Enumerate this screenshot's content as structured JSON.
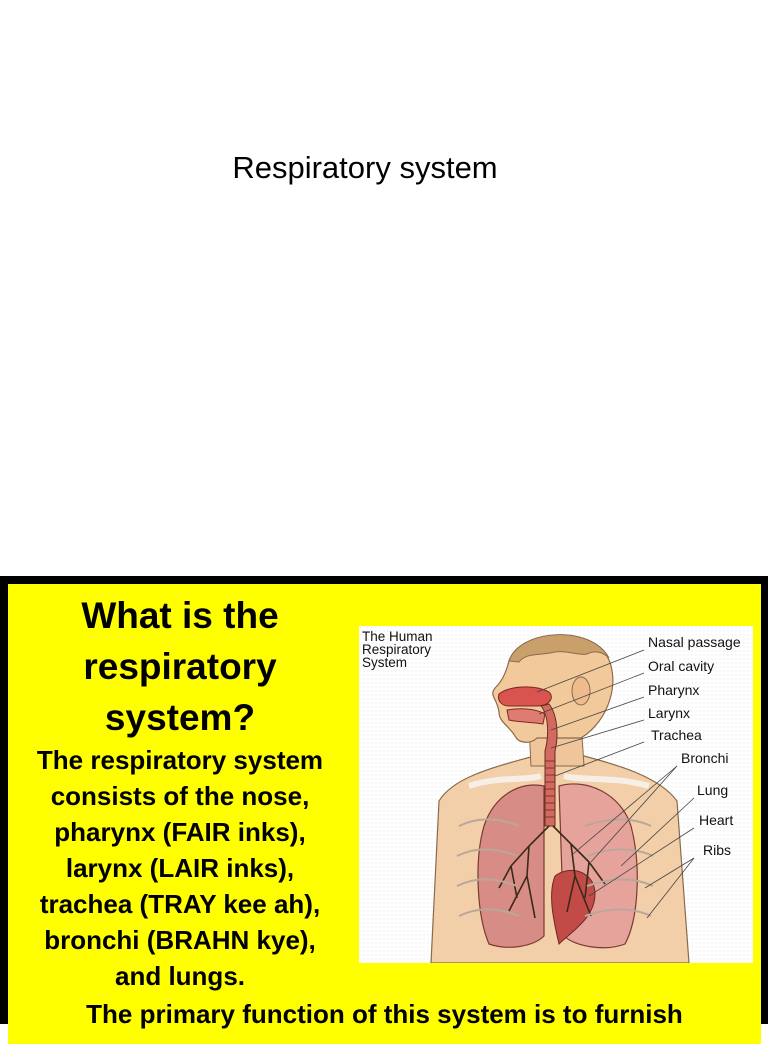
{
  "slide1": {
    "title": "Respiratory system"
  },
  "slide2": {
    "heading": [
      "What is the",
      "respiratory",
      "system?"
    ],
    "body_lines": [
      "The respiratory system",
      "consists of the nose,",
      "pharynx (FAIR inks),",
      "larynx (LAIR inks),",
      "trachea (TRAY kee ah),",
      "bronchi (BRAHN kye),",
      "and lungs."
    ],
    "bottom_line": "The primary function of this system is to furnish",
    "figure": {
      "title": [
        "The Human",
        "Respiratory",
        "System"
      ],
      "labels": {
        "nasal_passage": "Nasal passage",
        "oral_cavity": "Oral cavity",
        "pharynx": "Pharynx",
        "larynx": "Larynx",
        "trachea": "Trachea",
        "bronchi": "Bronchi",
        "lung": "Lung",
        "heart": "Heart",
        "ribs": "Ribs"
      }
    }
  },
  "colors": {
    "slide_background": "#ffff00",
    "frame": "#000000",
    "page": "#ffffff"
  }
}
